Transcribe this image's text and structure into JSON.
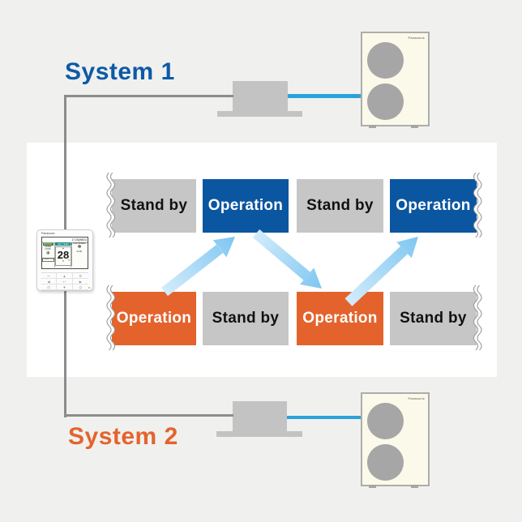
{
  "systems": {
    "system1": {
      "label": "System 1",
      "color": "#0c5aa6"
    },
    "system2": {
      "label": "System 2",
      "color": "#e4632c"
    }
  },
  "timeline": {
    "system1_states": [
      {
        "label": "Stand by",
        "state": "standby"
      },
      {
        "label": "Operation",
        "state": "operation"
      },
      {
        "label": "Stand by",
        "state": "standby"
      },
      {
        "label": "Operation",
        "state": "operation"
      }
    ],
    "system2_states": [
      {
        "label": "Operation",
        "state": "operation"
      },
      {
        "label": "Stand by",
        "state": "standby"
      },
      {
        "label": "Operation",
        "state": "operation"
      },
      {
        "label": "Stand by",
        "state": "standby"
      }
    ]
  },
  "controller": {
    "brand": "Panasonic",
    "display": {
      "time": "17:25(WED)",
      "econavi": "ECONAVI",
      "mode_label": "MODE",
      "mode_value": "COOL",
      "timer_label": "TIMER/CLOCK",
      "set_temp_label": "SET TEMP",
      "temperature": "28",
      "temp_unit": "°C",
      "fan_speed_label": "FAN SPEED",
      "flap_label": "FLAP"
    },
    "icons": {
      "snowflake": "❄",
      "fan": "✻",
      "up": "▲",
      "down": "▼"
    },
    "buttons": [
      {
        "name": "back",
        "glyph": "↩"
      },
      {
        "name": "up",
        "glyph": "▲"
      },
      {
        "name": "menu",
        "glyph": "☰"
      },
      {
        "name": "left",
        "glyph": "◀"
      },
      {
        "name": "enter",
        "glyph": "↵"
      },
      {
        "name": "right",
        "glyph": "▶"
      },
      {
        "name": "energy",
        "glyph": "⊡"
      },
      {
        "name": "down",
        "glyph": "▼"
      },
      {
        "name": "power",
        "glyph": "⏻"
      }
    ]
  },
  "outdoor_unit1": {
    "brand": "Panasonic"
  },
  "outdoor_unit2": {
    "brand": "Panasonic"
  },
  "colors": {
    "system1_blue": "#0c5aa6",
    "system2_orange": "#e4632c",
    "operation_blue": "#0b56a0",
    "operation_orange": "#e4632c",
    "standby_gray": "#c6c6c6",
    "arrow_light_blue": "#d3ecfb",
    "arrow_blue": "#7ec6f1",
    "refrigerant_pipe_blue": "#2aa2da",
    "wiring_gray": "#8c8c8c",
    "outdoor_unit_cream": "#fbf9e9",
    "unit_gray": "#c3c3c3",
    "background": "#f0f0ef",
    "panel_white": "#ffffff"
  }
}
